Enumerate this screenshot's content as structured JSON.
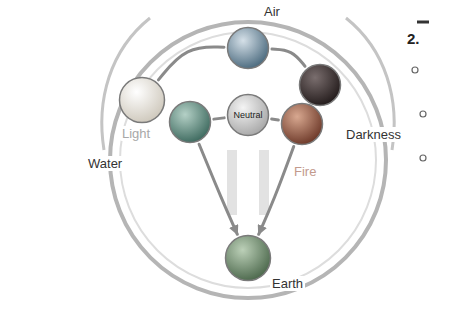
{
  "diagram": {
    "nodes": [
      {
        "text": [
          "Air"
        ]
      },
      {
        "text": [
          "Light"
        ]
      },
      {
        "text": [
          "Darkness"
        ]
      },
      {
        "text": [
          "Water"
        ]
      },
      {
        "text": [
          "Neutral"
        ]
      },
      {
        "text": [
          "Fire"
        ]
      },
      {
        "text": [
          "Earth"
        ]
      }
    ],
    "edges": [
      {
        "from": 0,
        "to": 1,
        "arrow": "none"
      },
      {
        "from": 0,
        "to": 2,
        "arrow": "none"
      },
      {
        "from": 3,
        "to": 4,
        "arrow": "none"
      },
      {
        "from": 4,
        "to": 5,
        "arrow": "none"
      },
      {
        "from": 3,
        "to": 6,
        "arrow": "to"
      },
      {
        "from": 5,
        "to": 6,
        "arrow": "to"
      }
    ],
    "labels": [
      "2."
    ]
  }
}
